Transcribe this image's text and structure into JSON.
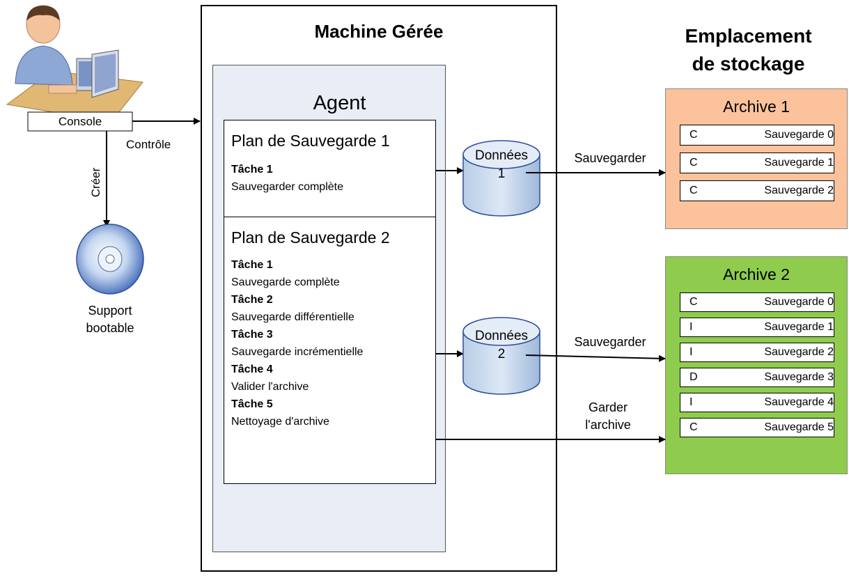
{
  "machine": {
    "title": "Machine Gérée"
  },
  "storage": {
    "title_line1": "Emplacement",
    "title_line2": "de stockage"
  },
  "agent": {
    "label": "Agent"
  },
  "console": {
    "label": "Console"
  },
  "bootable": {
    "line1": "Support",
    "line2": "bootable"
  },
  "arrows": {
    "control": "Contrôle",
    "create": "Créer",
    "backup1": "Sauvegarder",
    "backup2": "Sauvegarder",
    "keep_line1": "Garder",
    "keep_line2": "l'archive"
  },
  "plans": [
    {
      "title": "Plan de Sauvegarde 1",
      "tasks": [
        {
          "name": "Tâche 1",
          "desc": "Sauvegarder complète"
        }
      ]
    },
    {
      "title": "Plan de Sauvegarde 2",
      "tasks": [
        {
          "name": "Tâche 1",
          "desc": "Sauvegarde complète"
        },
        {
          "name": "Tâche 2",
          "desc": "Sauvegarde différentielle"
        },
        {
          "name": "Tâche 3",
          "desc": "Sauvegarde incrémentielle"
        },
        {
          "name": "Tâche 4",
          "desc": "Valider l'archive"
        },
        {
          "name": "Tâche 5",
          "desc": "Nettoyage d'archive"
        }
      ]
    }
  ],
  "data_stores": [
    {
      "line1": "Données",
      "line2": "1"
    },
    {
      "line1": "Données",
      "line2": "2"
    }
  ],
  "archives": [
    {
      "title": "Archive 1",
      "color": "#fbc29c",
      "backups": [
        {
          "type": "C",
          "name": "Sauvegarde 0"
        },
        {
          "type": "C",
          "name": "Sauvegarde 1"
        },
        {
          "type": "C",
          "name": "Sauvegarde 2"
        }
      ]
    },
    {
      "title": "Archive 2",
      "color": "#8fcc4d",
      "backups": [
        {
          "type": "C",
          "name": "Sauvegarde 0"
        },
        {
          "type": "I",
          "name": "Sauvegarde 1"
        },
        {
          "type": "I",
          "name": "Sauvegarde 2"
        },
        {
          "type": "D",
          "name": "Sauvegarde 3"
        },
        {
          "type": "I",
          "name": "Sauvegarde 4"
        },
        {
          "type": "C",
          "name": "Sauvegarde 5"
        }
      ]
    }
  ]
}
